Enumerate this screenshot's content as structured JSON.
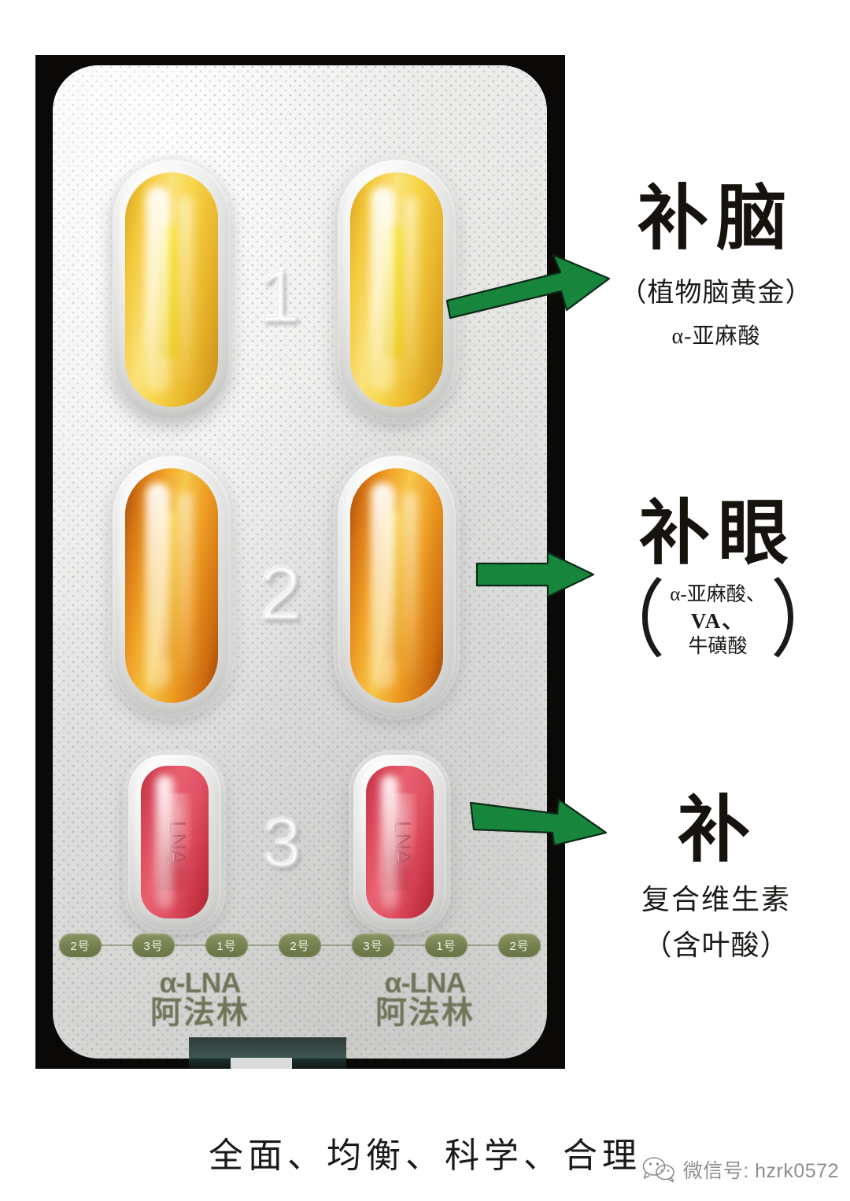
{
  "product": {
    "brand_latin": "α-LNA",
    "brand_cn": "阿法林",
    "pack_tags": [
      "2号",
      "3号",
      "1号",
      "2号",
      "3号",
      "1号",
      "2号"
    ],
    "row_numbers": [
      "1",
      "2",
      "3"
    ],
    "tablet_emboss": "LNA",
    "colors": {
      "arrow_green": "#17853C",
      "tag_green": "#74804F",
      "capsule_row1": "#F3C83A",
      "capsule_row2": "#EC9A21",
      "tablet_row3": "#D9485A",
      "photo_background": "#0B0808",
      "blister_foil": "#E3E3E1",
      "brand_text": "#6F7558"
    }
  },
  "callouts": [
    {
      "id": "brain",
      "arrow_icon": "green-arrow-right-icon",
      "heading": "补脑",
      "sub1": "（植物脑黄金）",
      "sub2": "α-亚麻酸"
    },
    {
      "id": "eye",
      "arrow_icon": "green-arrow-right-icon",
      "heading": "补眼",
      "paren_open": "（",
      "paren_close": "）",
      "lines": [
        "α-亚麻酸、",
        "VA、",
        "牛磺酸"
      ]
    },
    {
      "id": "vitamin",
      "arrow_icon": "green-arrow-right-icon",
      "heading": "补",
      "sub1": "复合维生素",
      "sub2": "（含叶酸）"
    }
  ],
  "tagline": "全面、均衡、科学、合理",
  "watermark": {
    "icon": "wechat-logo-icon",
    "text": "微信号: hzrk0572"
  }
}
